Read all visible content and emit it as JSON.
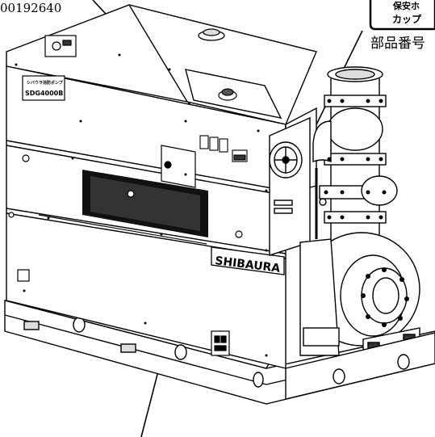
{
  "callouts": {
    "part_number_top_left": "00192640",
    "part_number_label_right": "部品番号",
    "tag_line1": "保安ホ",
    "tag_line2": "カップ"
  },
  "machine": {
    "brand_plate": "SHIBAURA",
    "nameplate_line1": "シバウラ消防ポンプ",
    "nameplate_line2": "SDG4000B"
  }
}
